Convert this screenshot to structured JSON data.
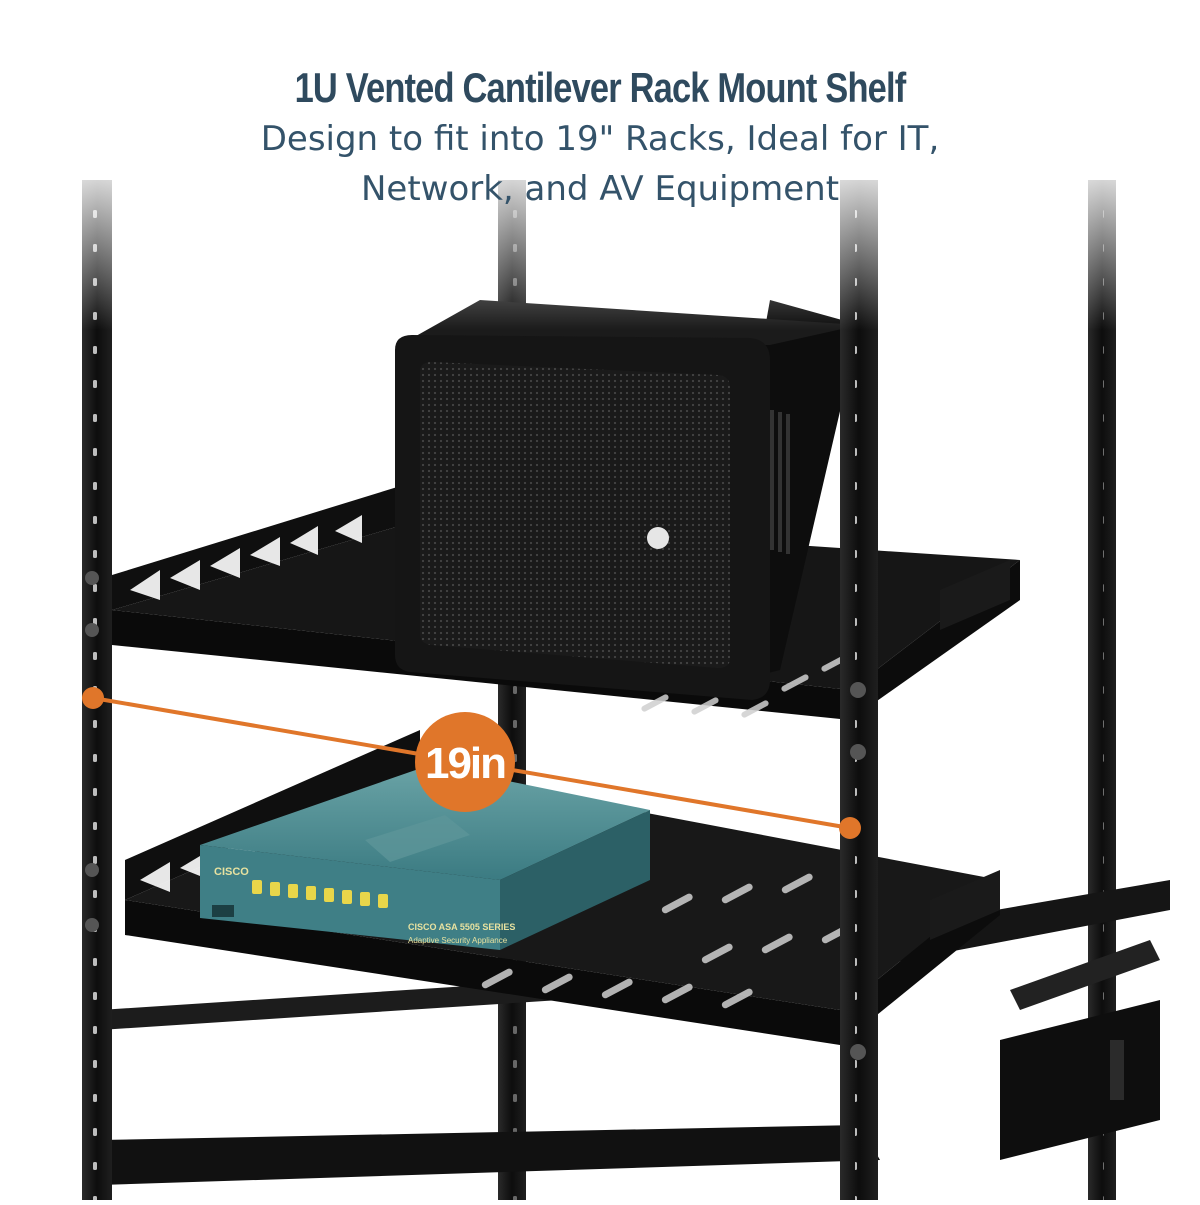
{
  "headline": {
    "title": "1U Vented Cantilever Rack Mount Shelf",
    "subtitle_line1": "Design to fit into 19\" Racks, Ideal for IT,",
    "subtitle_line2": "Network, and AV Equipment"
  },
  "dimension": {
    "label": "19in",
    "accent_color": "#e0762a"
  },
  "device": {
    "brand": "CISCO",
    "model_label": "CISCO ASA 5505 SERIES",
    "model_sub": "Adaptive Security Appliance"
  },
  "colors": {
    "title": "#2f4a5e",
    "rack": "#121212",
    "device_teal": "#3f7f86",
    "accent": "#e0762a"
  },
  "icons": [
    "rack-frame",
    "server-cube",
    "firewall-appliance",
    "vented-shelf",
    "dimension-arrow"
  ]
}
